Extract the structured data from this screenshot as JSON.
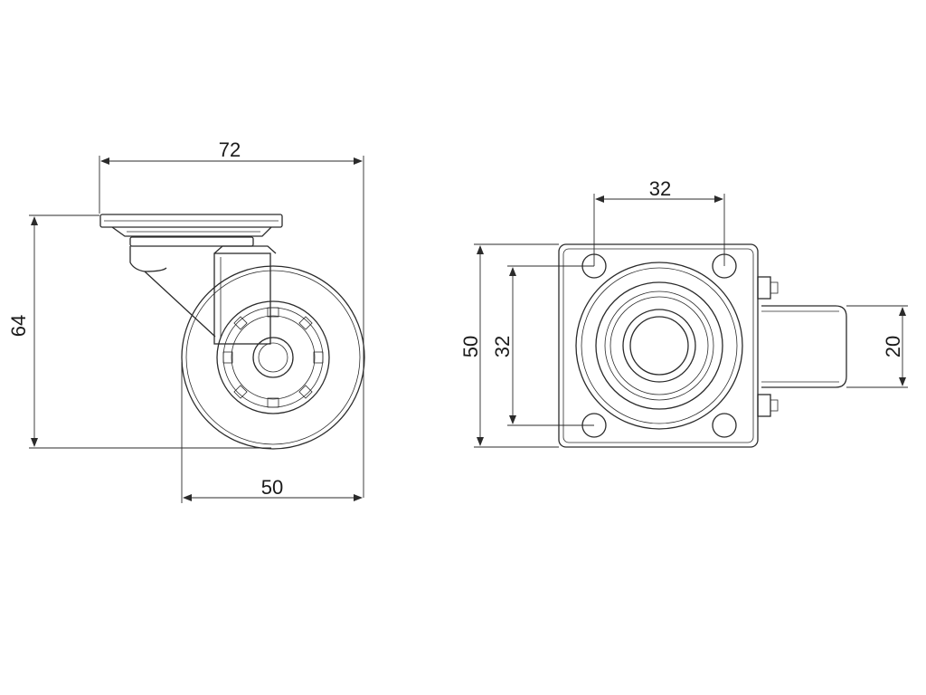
{
  "drawing": {
    "side_view": {
      "overall_width": "72",
      "overall_height": "64",
      "wheel_diameter": "50"
    },
    "top_view": {
      "hole_spacing_x": "32",
      "hole_spacing_y": "32",
      "plate_size": "50",
      "wheel_width": "20"
    }
  }
}
